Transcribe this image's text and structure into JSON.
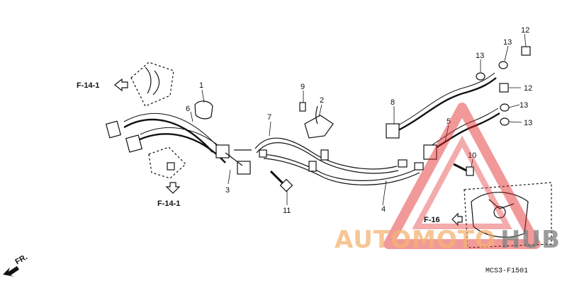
{
  "callouts": {
    "p1": "1",
    "p2": "2",
    "p3": "3",
    "p4": "4",
    "p5": "5",
    "p6": "6",
    "p7": "7",
    "p8": "8",
    "p9": "9",
    "p10": "10",
    "p11": "11",
    "p12a": "12",
    "p12b": "12",
    "p13a": "13",
    "p13b": "13",
    "p13c": "13",
    "p13d": "13"
  },
  "references": {
    "ref_top": "F-14-1",
    "ref_bottom": "F-14-1",
    "ref_right": "F-16"
  },
  "front_label": "FR.",
  "diagram_code": "MCS3-F1501",
  "watermark": {
    "left": "AUTOMOTO",
    "right": "HUB",
    "left_color": "#f2a65a",
    "right_color": "#6e6e6e",
    "logo_color": "#e02424"
  }
}
